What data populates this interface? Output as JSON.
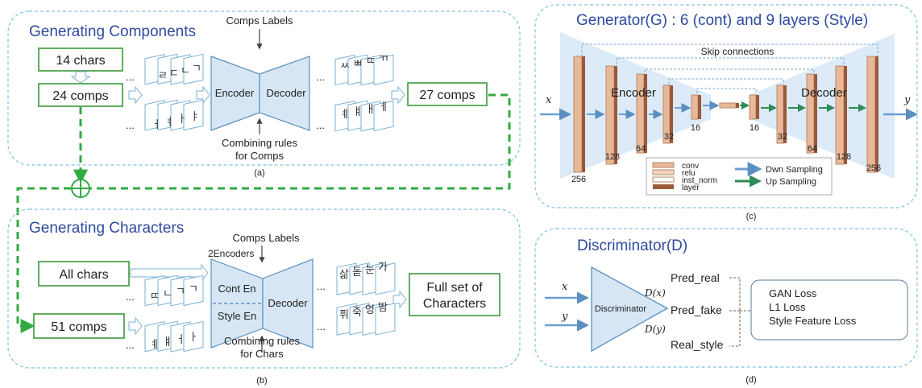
{
  "panel_a": {
    "title": "Generating Components",
    "box_14chars": "14 chars",
    "box_24comps": "24 comps",
    "box_27comps": "27 comps",
    "comps_labels": "Comps Labels",
    "encoder": "Encoder",
    "decoder": "Decoder",
    "combining_line1": "Combining rules",
    "combining_line2": "for Comps",
    "ellipsis": "...",
    "caption": "(a)",
    "input_glyphs_top": [
      "ㄹ",
      "ㄷ",
      "ㄴ",
      "ㄱ"
    ],
    "input_glyphs_bottom": [
      "ㅓ",
      "ㅕ",
      "ㅏ",
      "ㅑ"
    ],
    "output_glyphs_top": [
      "ㅆ",
      "ㅃ",
      "ㄸ",
      "ㄲ"
    ],
    "output_glyphs_bottom": [
      "ㅖ",
      "ㅒ",
      "ㅐ",
      "ㅔ"
    ]
  },
  "panel_b": {
    "title": "Generating Characters",
    "box_allchars": "All chars",
    "box_51comps": "51 comps",
    "box_full_line1": "Full set of",
    "box_full_line2": "Characters",
    "comps_labels": "Comps Labels",
    "two_encoders": "2Encoders",
    "cont_en": "Cont En",
    "style_en": "Style En",
    "decoder": "Decoder",
    "combining_line1": "Combining rules",
    "combining_line2": "for Chars",
    "ellipsis": "...",
    "caption": "(b)",
    "input_glyphs_top": [
      "ㄸ",
      "ㄴ",
      "ㄱ",
      "ㄱ"
    ],
    "input_glyphs_bottom": [
      "ㅖ",
      "ㅒ",
      "ㅓ",
      "ㅏ"
    ],
    "output_glyphs_top": [
      "삶",
      "돋",
      "눈",
      "가"
    ],
    "output_glyphs_bottom": [
      "퓌",
      "죽",
      "엉",
      "밤"
    ]
  },
  "panel_c": {
    "title": "Generator(G) : 6 (cont) and 9 layers (Style)",
    "skip": "Skip connections",
    "encoder": "Encoder",
    "decoder": "Decoder",
    "x": "x",
    "y": "y",
    "enc_sizes": [
      "256",
      "128",
      "64",
      "32",
      "16"
    ],
    "dec_sizes": [
      "16",
      "32",
      "64",
      "128",
      "256"
    ],
    "legend_conv": "conv",
    "legend_relu": "relu",
    "legend_inst": "inst_norm",
    "legend_layer": "layer",
    "legend_down": "Dwn Sampling",
    "legend_up": "Up Sampling",
    "caption": "(c)",
    "colors": {
      "conv": "#e8b899",
      "layer": "#9a5a3a",
      "down_arrow": "#6a9fd0",
      "up_arrow": "#2e8b57"
    }
  },
  "panel_d": {
    "title": "Discriminator(D)",
    "x": "x",
    "y": "y",
    "disc_label": "Discriminator",
    "dx": "D(x)",
    "dy": "D(y)",
    "pred_real": "Pred_real",
    "pred_fake": "Pred_fake",
    "real_style": "Real_style",
    "loss1": "GAN Loss",
    "loss2": "L1 Loss",
    "loss3": "Style Feature Loss",
    "caption": "(d)"
  },
  "colors": {
    "green": "#3a9a3a",
    "green_dash": "#33aa44",
    "title_blue": "#2f4aa0",
    "panel_border": "#7fc4dc",
    "encoder_fill": "#d6e6f4"
  }
}
